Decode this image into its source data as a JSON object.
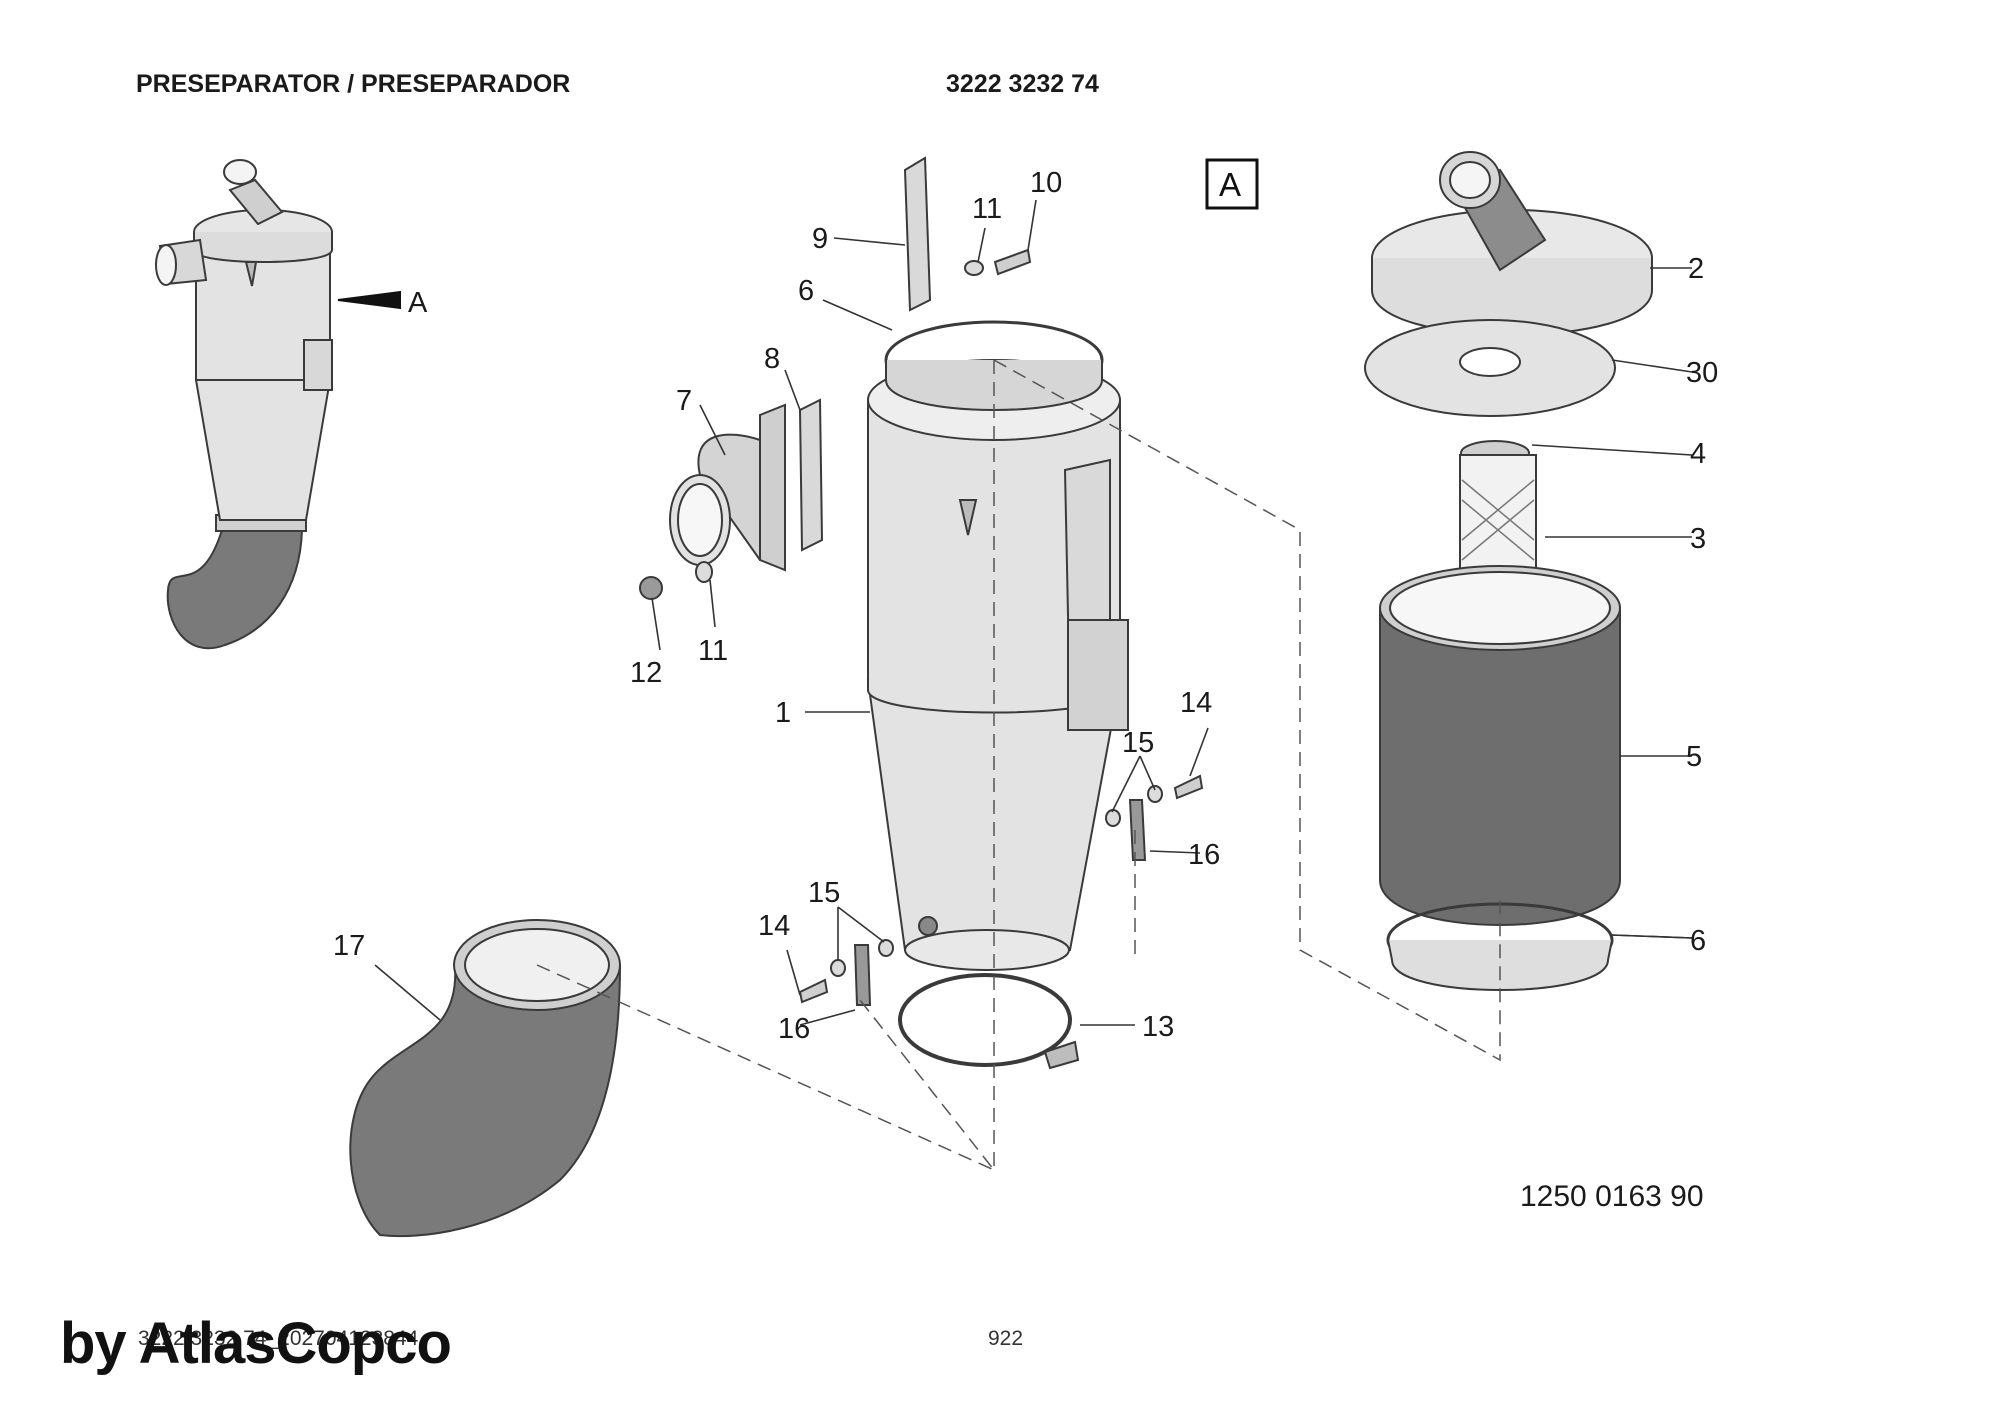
{
  "header": {
    "title": "PRESEPARATOR / PRESEPARADOR",
    "part_number": "3222 3232 74"
  },
  "view_marker": "A",
  "overview_arrow_label": "A",
  "callouts": {
    "c1": "1",
    "c2": "2",
    "c3": "3",
    "c4": "4",
    "c5": "5",
    "c6a": "6",
    "c6b": "6",
    "c7": "7",
    "c8": "8",
    "c9": "9",
    "c10": "10",
    "c11a": "11",
    "c11b": "11",
    "c12": "12",
    "c13": "13",
    "c14a": "14",
    "c14b": "14",
    "c15a": "15",
    "c15b": "15",
    "c16a": "16",
    "c16b": "16",
    "c17": "17",
    "c30": "30"
  },
  "drawing_number": "1250 0163 90",
  "footer": {
    "code": "3222 3232 74_202704123844",
    "page": "922"
  },
  "watermark": "by AtlasCopco",
  "colors": {
    "hose": "#7a7a7a",
    "shell": "#e3e3e3",
    "filter_body": "#6e6e6e",
    "outline": "#3a3a3a"
  }
}
